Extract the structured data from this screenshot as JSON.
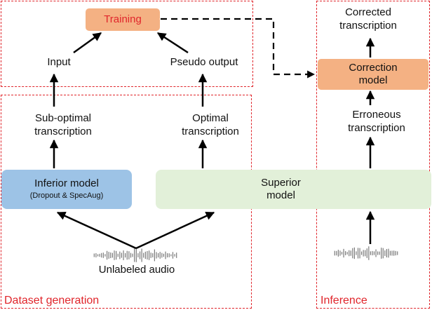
{
  "regions": {
    "dataset_generation": "Dataset generation",
    "inference": "Inference"
  },
  "nodes": {
    "training": "Training",
    "correction_model": [
      "Correction",
      "model"
    ],
    "inferior_model": {
      "title": "Inferior model",
      "subtitle": "(Dropout & SpecAug)"
    },
    "superior_model": [
      "Superior",
      "model"
    ]
  },
  "labels": {
    "input": "Input",
    "pseudo_output": "Pseudo output",
    "sub_optimal": [
      "Sub-optimal",
      "transcription"
    ],
    "optimal": [
      "Optimal",
      "transcription"
    ],
    "corrected": [
      "Corrected",
      "transcription"
    ],
    "erroneous": [
      "Erroneous",
      "transcription"
    ],
    "unlabeled_audio": "Unlabeled audio"
  },
  "colors": {
    "accent_red": "#e0252b",
    "orange": "#f4b183",
    "blue": "#9dc3e6",
    "green": "#e2f0d9"
  }
}
